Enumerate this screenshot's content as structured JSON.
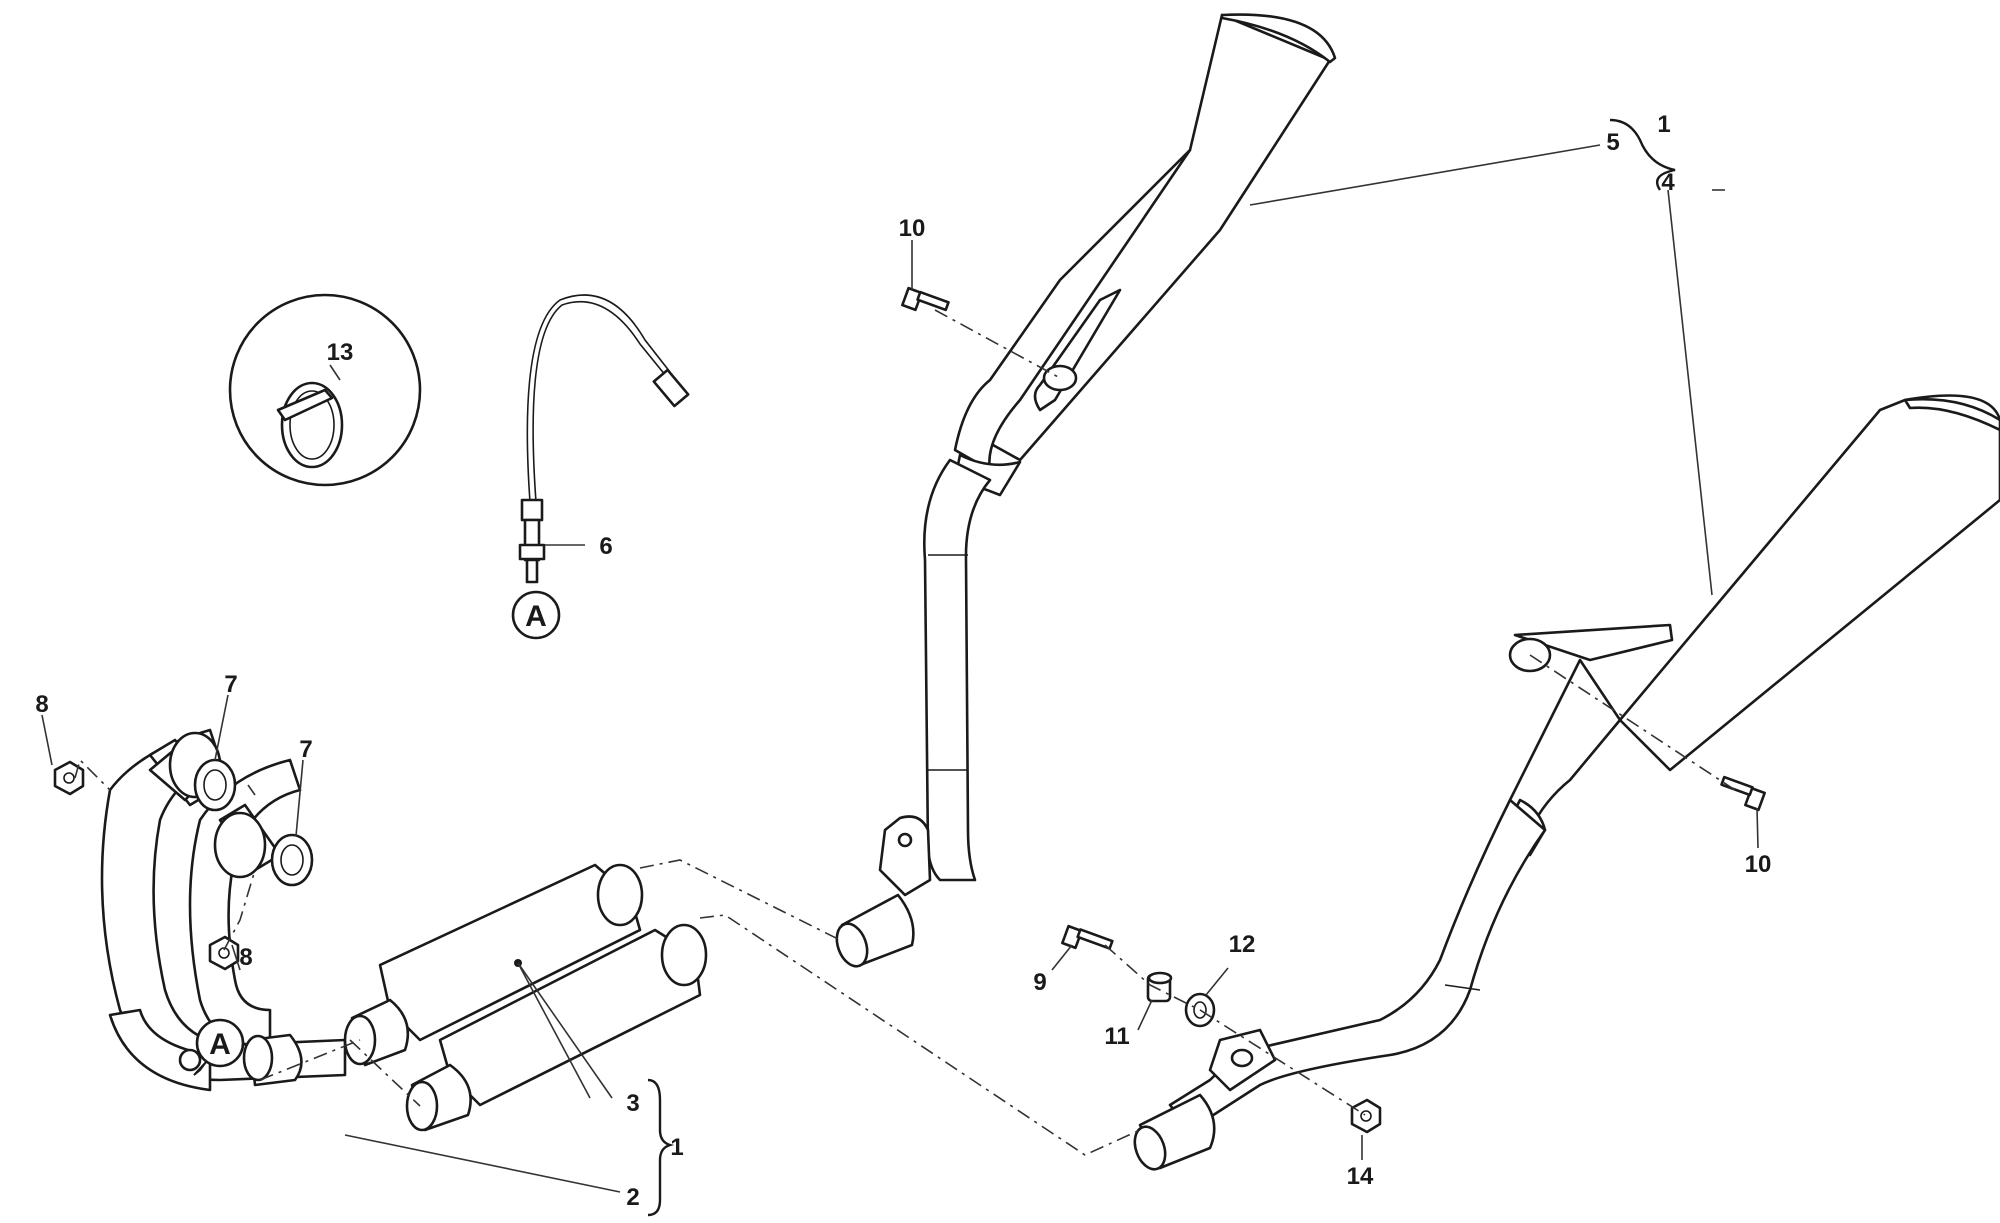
{
  "callouts": {
    "c1_top": "1",
    "c5": "5",
    "c4": "4",
    "c10_top": "10",
    "c13": "13",
    "c6": "6",
    "cA_sensor": "A",
    "c8_top": "8",
    "c7_top": "7",
    "c7_mid": "7",
    "c8_bottom": "8",
    "cA_header": "A",
    "c3": "3",
    "c1_bottom": "1",
    "c2": "2",
    "c9": "9",
    "c11": "11",
    "c12": "12",
    "c10_right": "10",
    "c14": "14"
  },
  "colors": {
    "line": "#1a1a1a",
    "background": "#ffffff"
  }
}
